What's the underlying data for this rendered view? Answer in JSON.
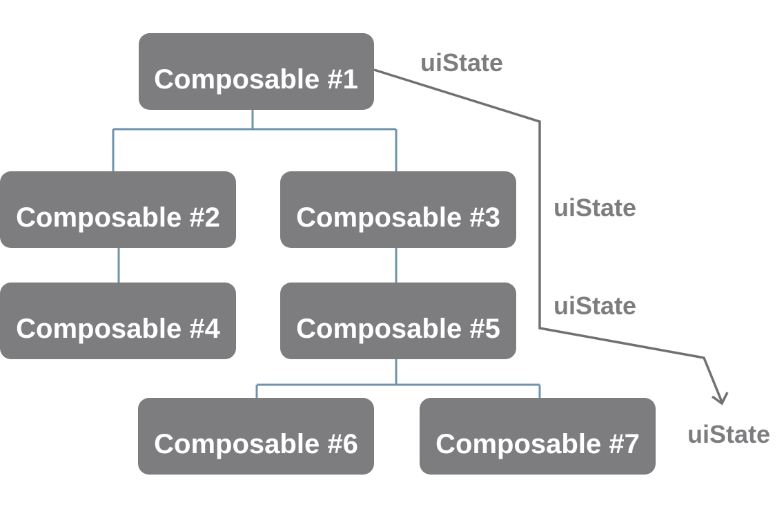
{
  "colors": {
    "node_fill": "#7d7d80",
    "node_text": "#ffffff",
    "tree_line": "#6f93ad",
    "flow_line": "#707070",
    "state_label": "#7d7d80"
  },
  "nodes": [
    {
      "label": "Composable #1"
    },
    {
      "label": "Composable #2"
    },
    {
      "label": "Composable #3"
    },
    {
      "label": "Composable #4"
    },
    {
      "label": "Composable #5"
    },
    {
      "label": "Composable #6"
    },
    {
      "label": "Composable #7"
    }
  ],
  "state_labels": [
    {
      "text": "uiState"
    },
    {
      "text": "uiState"
    },
    {
      "text": "uiState"
    },
    {
      "text": "uiState"
    }
  ]
}
